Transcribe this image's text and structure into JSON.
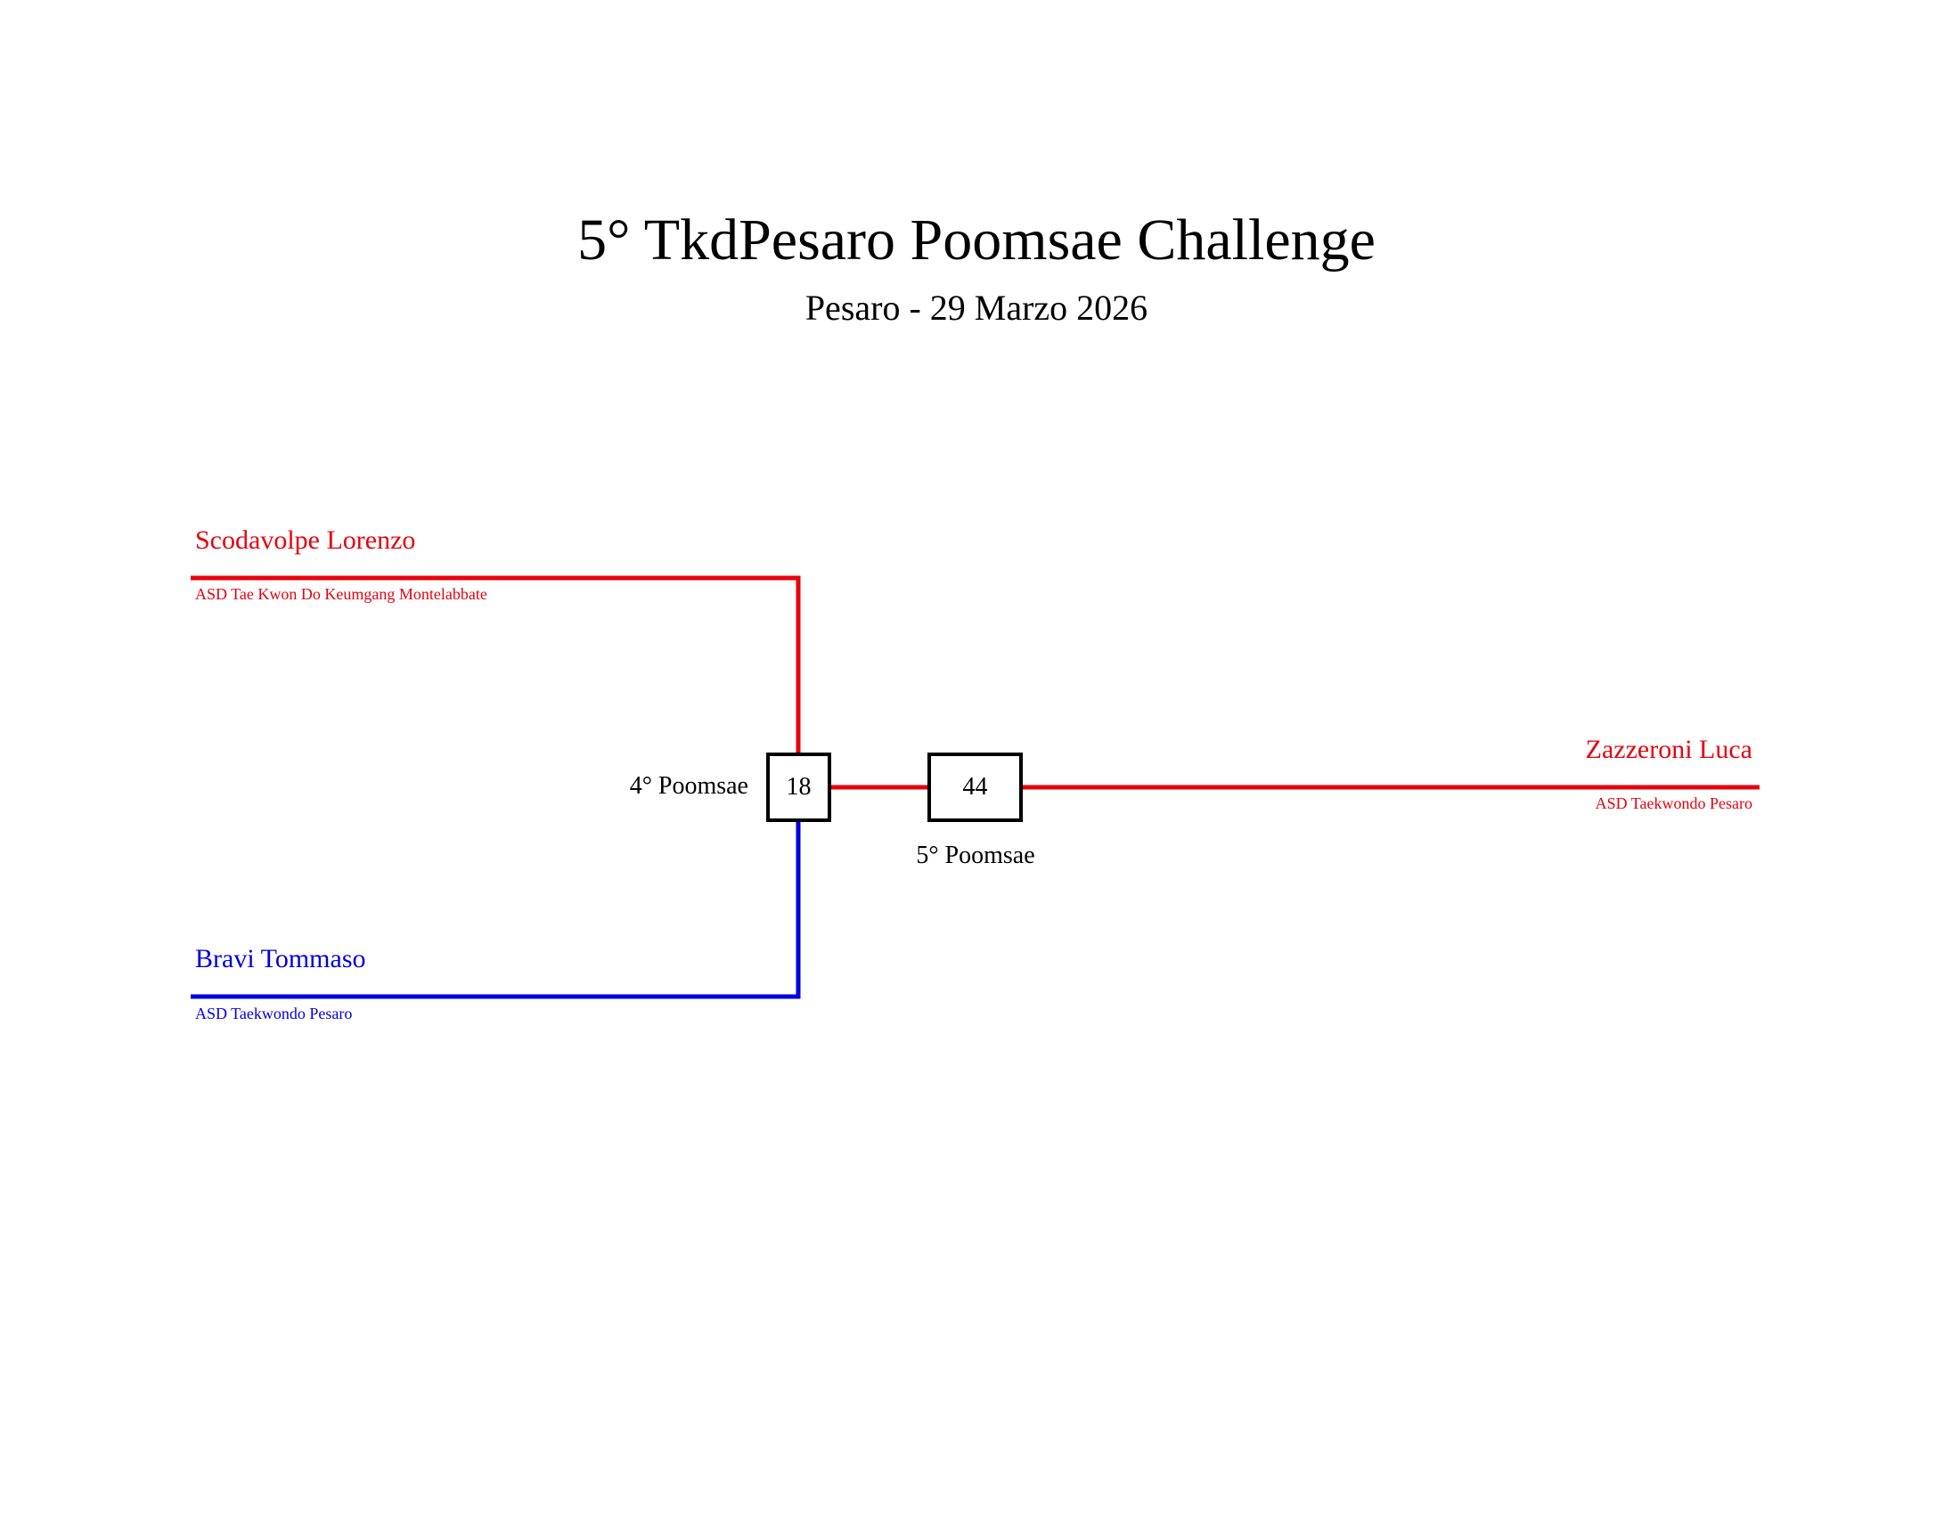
{
  "header": {
    "title": "5° TkdPesaro Poomsae Challenge",
    "subtitle": "Pesaro - 29 Marzo 2026"
  },
  "colors": {
    "red": "#e8000d",
    "blue": "#0000e0",
    "box_border": "#000000"
  },
  "bracket": {
    "red_athlete": {
      "name": "Scodavolpe Lorenzo",
      "club": "ASD Tae Kwon Do Keumgang Montelabbate"
    },
    "blue_athlete": {
      "name": "Bravi Tommaso",
      "club": "ASD Taekwondo Pesaro"
    },
    "match1": {
      "number": "18",
      "label": "4° Poomsae"
    },
    "match2": {
      "number": "44",
      "label": "5° Poomsae"
    },
    "winner": {
      "name": "Zazzeroni Luca",
      "club": "ASD Taekwondo Pesaro"
    }
  }
}
